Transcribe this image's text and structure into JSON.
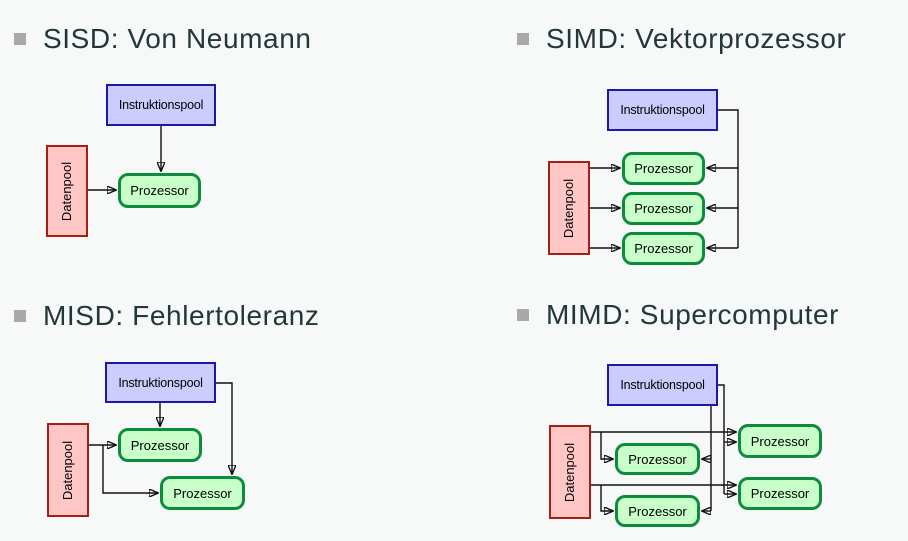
{
  "slide": {
    "background_color": "#f7f8f8",
    "heading_color": "#23373b",
    "bullet_color": "#a9a9a9"
  },
  "labels": {
    "instruction_pool": "Instruktionspool",
    "data_pool": "Datenpool",
    "processor": "Prozessor"
  },
  "panels": [
    {
      "id": "sisd",
      "title": "SISD: Von Neumann"
    },
    {
      "id": "simd",
      "title": "SIMD: Vektorprozessor"
    },
    {
      "id": "misd",
      "title": "MISD: Fehlertoleranz"
    },
    {
      "id": "mimd",
      "title": "MIMD: Supercomputer"
    }
  ],
  "colors": {
    "instruction_pool_fill": "#ccccff",
    "instruction_pool_border": "#1c19a5",
    "data_pool_fill": "#ffc6c6",
    "data_pool_border": "#a32015",
    "processor_fill": "#c9ffc9",
    "processor_border": "#0d8c3e",
    "arrow": "#111111"
  }
}
